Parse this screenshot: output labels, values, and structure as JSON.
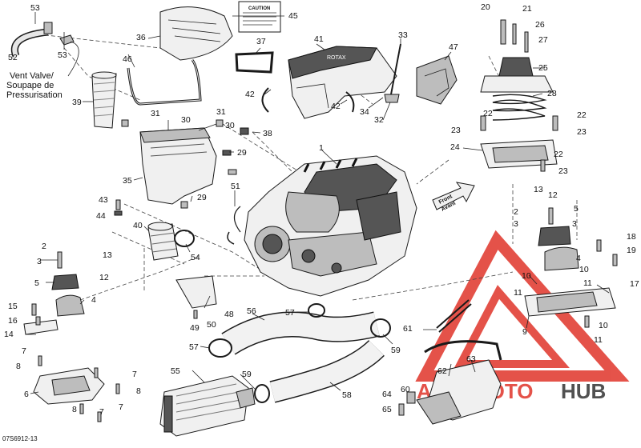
{
  "diagram": {
    "reference_code": "07S6912-13",
    "vent_valve_label": [
      "Vent Valve/",
      "Soupape de",
      "Pressurisation"
    ],
    "front_arrow_label": [
      "Front",
      "Avant"
    ],
    "warning_label": "CAUTION",
    "engine_marking": "ROTAX",
    "watermark": {
      "text_auto": "AUTO",
      "text_moto": "MOTO",
      "text_hub": "HUB",
      "color_red": "#e0352a",
      "color_dark": "#333333"
    },
    "callouts": {
      "c1": "1",
      "c2a": "2",
      "c2b": "2",
      "c3a": "3",
      "c3b": "3",
      "c4a": "4",
      "c4b": "4",
      "c5a": "5",
      "c5b": "5",
      "c6": "6",
      "c7a": "7",
      "c7b": "7",
      "c7c": "7",
      "c7d": "7",
      "c8a": "8",
      "c8b": "8",
      "c8c": "8",
      "c9": "9",
      "c10a": "10",
      "c10b": "10",
      "c10c": "10",
      "c11a": "11",
      "c11b": "11",
      "c11c": "11",
      "c12a": "12",
      "c12b": "12",
      "c13a": "13",
      "c13b": "13",
      "c14": "14",
      "c15": "15",
      "c16": "16",
      "c17": "17",
      "c18": "18",
      "c19": "19",
      "c20": "20",
      "c21": "21",
      "c22a": "22",
      "c22b": "22",
      "c22c": "22",
      "c23a": "23",
      "c23b": "23",
      "c23c": "23",
      "c24": "24",
      "c25": "25",
      "c26": "26",
      "c27": "27",
      "c28": "28",
      "c29a": "29",
      "c29b": "29",
      "c30a": "30",
      "c30b": "30",
      "c31a": "31",
      "c31b": "31",
      "c32": "32",
      "c33": "33",
      "c34": "34",
      "c35": "35",
      "c36": "36",
      "c37": "37",
      "c38": "38",
      "c39": "39",
      "c40": "40",
      "c41": "41",
      "c42a": "42",
      "c42b": "42",
      "c43": "43",
      "c44": "44",
      "c45": "45",
      "c46": "46",
      "c47": "47",
      "c48": "48",
      "c49": "49",
      "c50": "50",
      "c51": "51",
      "c52": "52",
      "c53a": "53",
      "c53b": "53",
      "c54": "54",
      "c55": "55",
      "c56": "56",
      "c57a": "57",
      "c57b": "57",
      "c58": "58",
      "c59a": "59",
      "c59b": "59",
      "c60": "60",
      "c61": "61",
      "c62": "62",
      "c63": "63",
      "c64": "64",
      "c65": "65"
    }
  }
}
